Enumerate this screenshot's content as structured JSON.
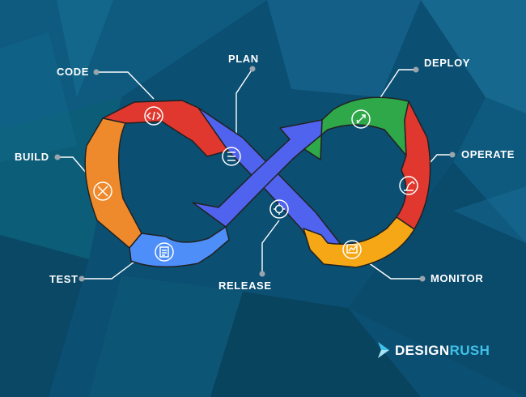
{
  "diagram": {
    "stages": {
      "plan": "PLAN",
      "code": "CODE",
      "deploy": "DEPLOY",
      "build": "BUILD",
      "operate": "OPERATE",
      "test": "TEST",
      "release": "RELEASE",
      "monitor": "MONITOR"
    }
  },
  "brand": {
    "part1": "DESIGN",
    "part2": "RUSH"
  },
  "colors": {
    "background": "#0b4f73",
    "code": "#e0382f",
    "build": "#ee8a2c",
    "test": "#4d8ef8",
    "plan_release": "#4f63ee",
    "deploy": "#2fa84a",
    "operate": "#e0382f",
    "monitor": "#f6a715",
    "brand_accent": "#3fc1ea"
  },
  "icons": {
    "code": "code-brackets-icon",
    "build": "tools-icon",
    "test": "clipboard-icon",
    "plan": "checklist-icon",
    "release": "gear-icon",
    "deploy": "rocket-icon",
    "operate": "robotic-arm-icon",
    "monitor": "chart-monitor-icon"
  }
}
